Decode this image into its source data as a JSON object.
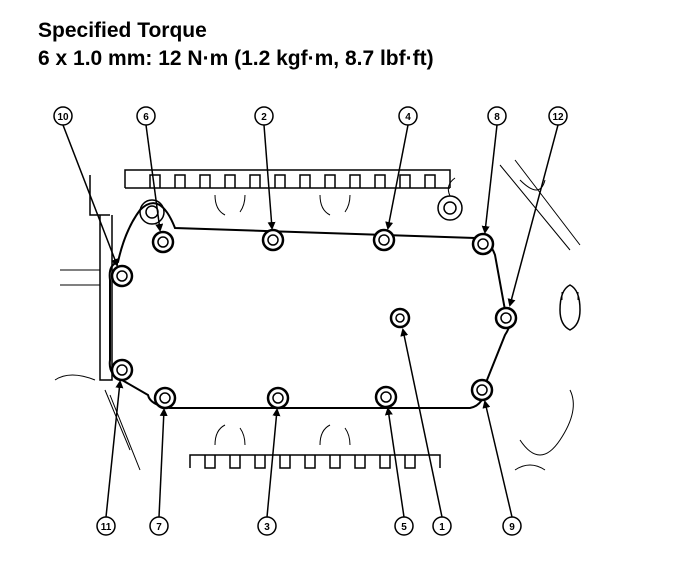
{
  "heading": {
    "title": "Specified Torque",
    "spec": "6 x 1.0 mm: 12 N·m (1.2 kgf·m, 8.7 lbf·ft)"
  },
  "callouts": {
    "c1": "1",
    "c2": "2",
    "c3": "3",
    "c4": "4",
    "c5": "5",
    "c6": "6",
    "c7": "7",
    "c8": "8",
    "c9": "9",
    "c10": "10",
    "c11": "11",
    "c12": "12"
  },
  "colors": {
    "ink": "#000000",
    "paper": "#ffffff"
  }
}
